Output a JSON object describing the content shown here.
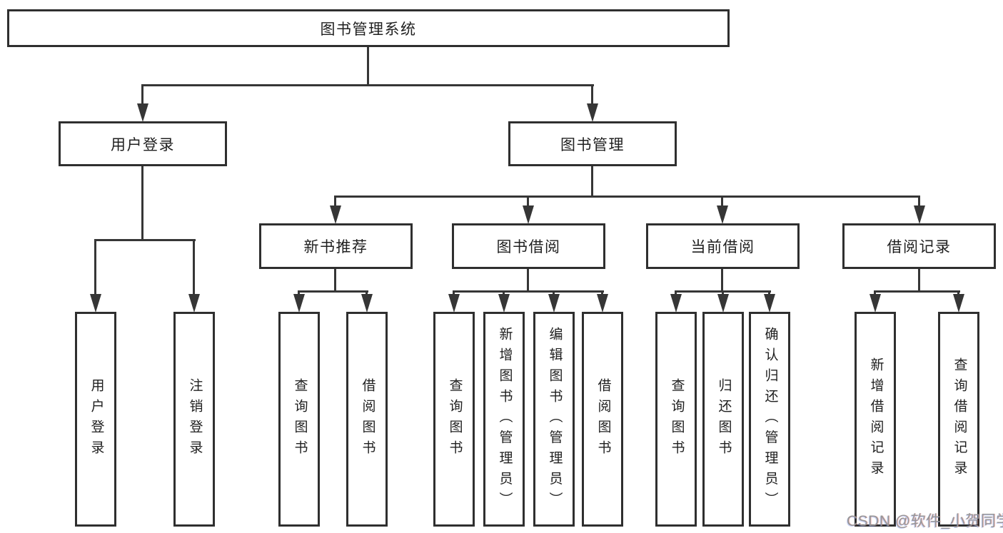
{
  "title": "图书管理系统",
  "watermark": {
    "text": "CSDN @软件_小贺同学"
  },
  "colors": {
    "line": "#363636",
    "box_border": "#2f2f2f",
    "text": "#1f1f1f",
    "watermark": "#979797",
    "background": "#ffffff"
  },
  "tree": {
    "label": "图书管理系统",
    "children": [
      {
        "label": "用户登录",
        "children": [
          {
            "label": "用户登录"
          },
          {
            "label": "注销登录"
          }
        ]
      },
      {
        "label": "图书管理",
        "children": [
          {
            "label": "新书推荐",
            "children": [
              {
                "label": "查询图书"
              },
              {
                "label": "借阅图书"
              }
            ]
          },
          {
            "label": "图书借阅",
            "children": [
              {
                "label": "查询图书"
              },
              {
                "label": "新增图书（管理员）"
              },
              {
                "label": "编辑图书（管理员）"
              },
              {
                "label": "借阅图书"
              }
            ]
          },
          {
            "label": "当前借阅",
            "children": [
              {
                "label": "查询图书"
              },
              {
                "label": "归还图书"
              },
              {
                "label": "确认归还（管理员）"
              }
            ]
          },
          {
            "label": "借阅记录",
            "children": [
              {
                "label": "新增借阅记录"
              },
              {
                "label": "查询借阅记录"
              }
            ]
          }
        ]
      }
    ]
  }
}
